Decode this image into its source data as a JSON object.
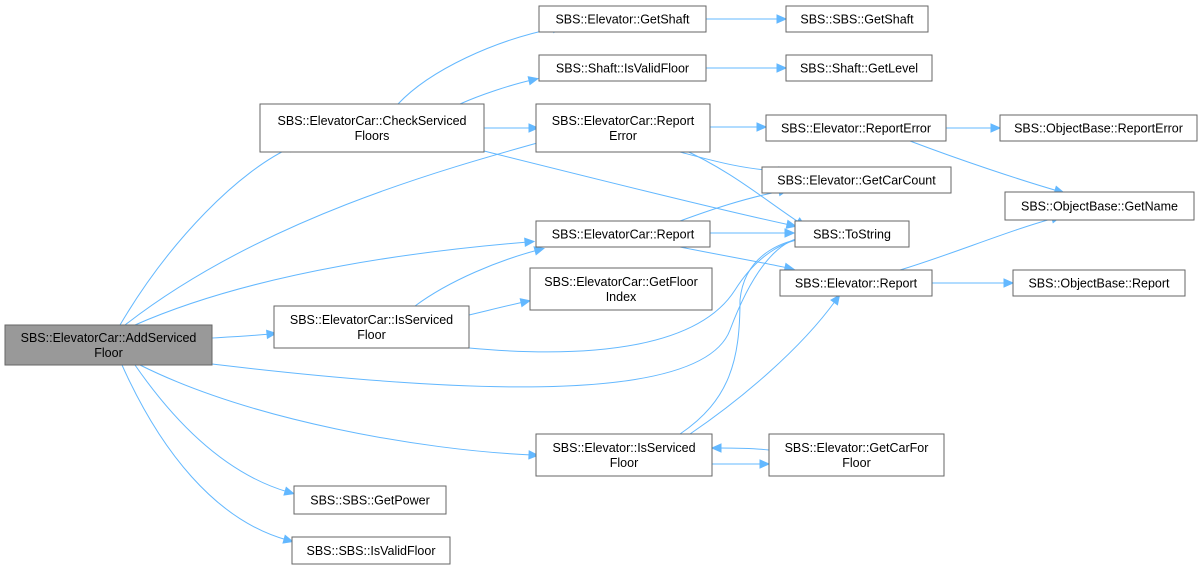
{
  "graph": {
    "colors": {
      "edge": "#63b8ff",
      "node_border": "#666666",
      "root_fill": "#999999",
      "node_fill": "#ffffff"
    },
    "nodes": [
      {
        "id": "addServicedFloor",
        "lines": [
          "SBS::ElevatorCar::AddServiced",
          "Floor"
        ],
        "root": true
      },
      {
        "id": "checkServicedFloors",
        "lines": [
          "SBS::ElevatorCar::CheckServiced",
          "Floors"
        ]
      },
      {
        "id": "carReportError",
        "lines": [
          "SBS::ElevatorCar::Report",
          "Error"
        ]
      },
      {
        "id": "carReport",
        "lines": [
          "SBS::ElevatorCar::Report"
        ]
      },
      {
        "id": "carIsServicedFloor",
        "lines": [
          "SBS::ElevatorCar::IsServiced",
          "Floor"
        ]
      },
      {
        "id": "elevIsServicedFloor",
        "lines": [
          "SBS::Elevator::IsServiced",
          "Floor"
        ]
      },
      {
        "id": "sbsGetPower",
        "lines": [
          "SBS::SBS::GetPower"
        ]
      },
      {
        "id": "sbsIsValidFloor",
        "lines": [
          "SBS::SBS::IsValidFloor"
        ]
      },
      {
        "id": "elevGetShaft",
        "lines": [
          "SBS::Elevator::GetShaft"
        ]
      },
      {
        "id": "shaftIsValidFloor",
        "lines": [
          "SBS::Shaft::IsValidFloor"
        ]
      },
      {
        "id": "sbsGetShaft",
        "lines": [
          "SBS::SBS::GetShaft"
        ]
      },
      {
        "id": "shaftGetLevel",
        "lines": [
          "SBS::Shaft::GetLevel"
        ]
      },
      {
        "id": "elevReportError",
        "lines": [
          "SBS::Elevator::ReportError"
        ]
      },
      {
        "id": "objReportError",
        "lines": [
          "SBS::ObjectBase::ReportError"
        ]
      },
      {
        "id": "elevGetCarCount",
        "lines": [
          "SBS::Elevator::GetCarCount"
        ]
      },
      {
        "id": "objGetName",
        "lines": [
          "SBS::ObjectBase::GetName"
        ]
      },
      {
        "id": "toString",
        "lines": [
          "SBS::ToString"
        ]
      },
      {
        "id": "elevReport",
        "lines": [
          "SBS::Elevator::Report"
        ]
      },
      {
        "id": "objReport",
        "lines": [
          "SBS::ObjectBase::Report"
        ]
      },
      {
        "id": "carGetFloorIndex",
        "lines": [
          "SBS::ElevatorCar::GetFloor",
          "Index"
        ]
      },
      {
        "id": "elevGetCarForFloor",
        "lines": [
          "SBS::Elevator::GetCarFor",
          "Floor"
        ]
      }
    ],
    "edges": [
      {
        "from": "addServicedFloor",
        "to": "checkServicedFloors"
      },
      {
        "from": "addServicedFloor",
        "to": "carReportError"
      },
      {
        "from": "addServicedFloor",
        "to": "carReport"
      },
      {
        "from": "addServicedFloor",
        "to": "carIsServicedFloor"
      },
      {
        "from": "addServicedFloor",
        "to": "toString"
      },
      {
        "from": "addServicedFloor",
        "to": "elevIsServicedFloor"
      },
      {
        "from": "addServicedFloor",
        "to": "sbsGetPower"
      },
      {
        "from": "addServicedFloor",
        "to": "sbsIsValidFloor"
      },
      {
        "from": "checkServicedFloors",
        "to": "elevGetShaft"
      },
      {
        "from": "checkServicedFloors",
        "to": "shaftIsValidFloor"
      },
      {
        "from": "checkServicedFloors",
        "to": "carReportError"
      },
      {
        "from": "checkServicedFloors",
        "to": "toString"
      },
      {
        "from": "elevGetShaft",
        "to": "sbsGetShaft"
      },
      {
        "from": "shaftIsValidFloor",
        "to": "shaftGetLevel"
      },
      {
        "from": "carReportError",
        "to": "elevReportError"
      },
      {
        "from": "carReportError",
        "to": "elevGetCarCount"
      },
      {
        "from": "carReportError",
        "to": "toString"
      },
      {
        "from": "elevReportError",
        "to": "objReportError"
      },
      {
        "from": "elevReportError",
        "to": "objGetName"
      },
      {
        "from": "carReport",
        "to": "elevGetCarCount"
      },
      {
        "from": "carReport",
        "to": "toString"
      },
      {
        "from": "carReport",
        "to": "elevReport"
      },
      {
        "from": "elevReport",
        "to": "objGetName"
      },
      {
        "from": "elevReport",
        "to": "objReport"
      },
      {
        "from": "carIsServicedFloor",
        "to": "carReport"
      },
      {
        "from": "carIsServicedFloor",
        "to": "carGetFloorIndex"
      },
      {
        "from": "carIsServicedFloor",
        "to": "toString"
      },
      {
        "from": "elevIsServicedFloor",
        "to": "toString"
      },
      {
        "from": "elevIsServicedFloor",
        "to": "elevReport"
      },
      {
        "from": "elevIsServicedFloor",
        "to": "elevGetCarForFloor"
      },
      {
        "from": "elevGetCarForFloor",
        "to": "elevIsServicedFloor"
      }
    ]
  }
}
